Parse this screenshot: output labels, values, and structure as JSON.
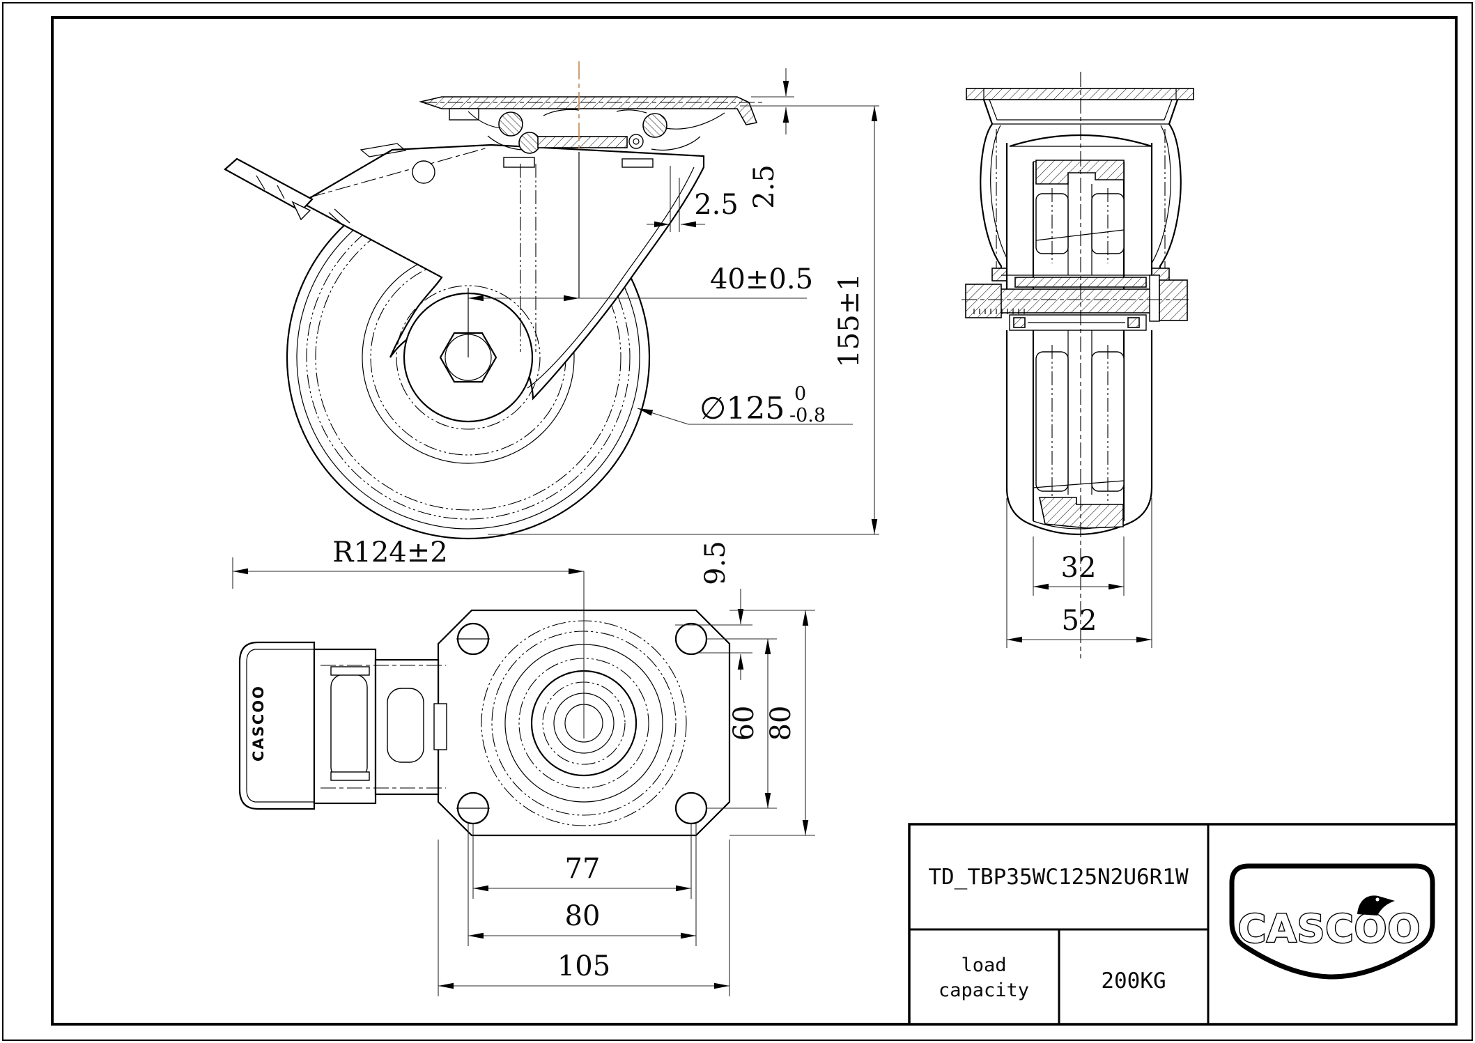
{
  "views": {
    "side": {
      "dims": {
        "fork_thickness": "2.5",
        "plate_thickness": "2.5",
        "offset": "40±0.5",
        "overall_height": "155±1",
        "wheel_diameter": "∅125",
        "wheel_diameter_tol_upper": "0",
        "wheel_diameter_tol_lower": "-0.8"
      }
    },
    "section": {
      "dims": {
        "tread_width": "32",
        "overall_width": "52"
      }
    },
    "plate": {
      "dims": {
        "swing_radius": "R124±2",
        "edge_to_hole": "9.5",
        "hole_pitch_vertical": "60",
        "plate_depth": "80",
        "hole_pitch_horizontal": "77",
        "slot_pitch_horizontal": "80",
        "plate_width": "105"
      },
      "pedal_label": "CASCOO"
    }
  },
  "title_block": {
    "part_number": "TD_TBP35WC125N2U6R1W",
    "load_capacity_label_line1": "load",
    "load_capacity_label_line2": "capacity",
    "load_capacity_value": "200KG",
    "brand": "CASCOO"
  },
  "colors": {
    "line": "#000000",
    "accent_centerline": "#c2885a",
    "background": "#ffffff"
  }
}
